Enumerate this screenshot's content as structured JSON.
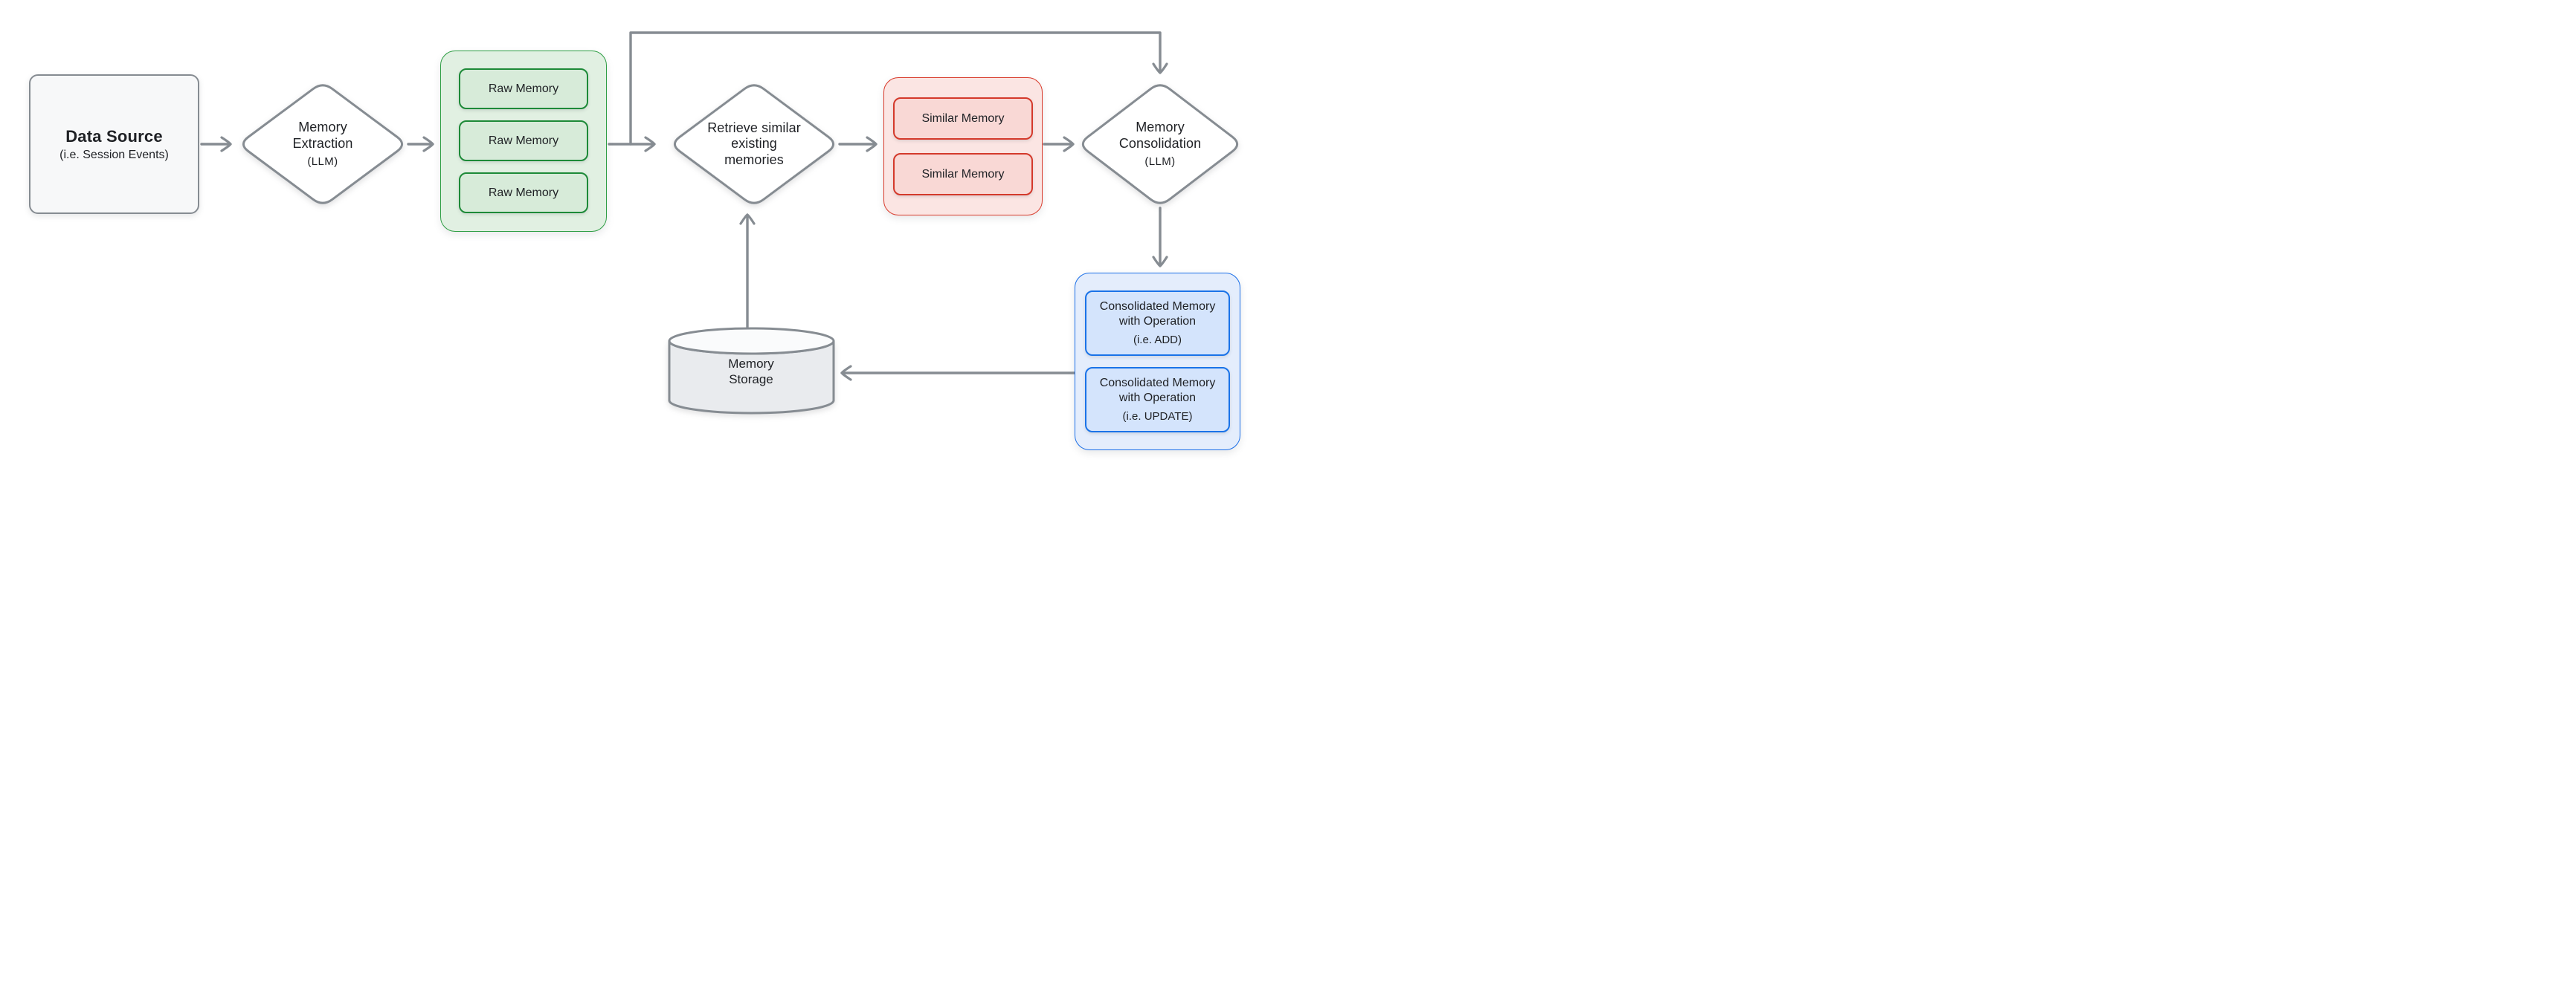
{
  "colors": {
    "arrow": "#868c92",
    "gray-border": "#868c92",
    "gray-fill": "#f7f8f9",
    "cylinder-fill": "#e9ebee",
    "cylinder-top-fill": "#fafbfc",
    "green-border": "#2e9e44",
    "green-fill": "#e1f0e2",
    "green-box-border": "#1d8a38",
    "green-box-fill": "#d7ebd9",
    "red-border": "#d93a2b",
    "red-fill": "#fbe5e3",
    "red-box-border": "#d4392b",
    "red-box-fill": "#f9d8d5",
    "blue-border": "#1b6fe8",
    "blue-fill": "#e4edfc",
    "blue-box-border": "#1a73e8",
    "blue-box-fill": "#d4e4fc",
    "text": "#1f2125"
  },
  "nodes": {
    "data_source": {
      "title": "Data Source",
      "subtitle": "(i.e. Session Events)"
    },
    "memory_extraction": {
      "line1": "Memory",
      "line2": "Extraction",
      "subtitle": "(LLM)"
    },
    "raw_memory_group": {
      "items": [
        "Raw Memory",
        "Raw Memory",
        "Raw Memory"
      ]
    },
    "retrieve_memories": {
      "line1": "Retrieve similar",
      "line2": "existing",
      "line3": "memories"
    },
    "similar_memory_group": {
      "items": [
        "Similar Memory",
        "Similar Memory"
      ]
    },
    "memory_consolidation": {
      "line1": "Memory",
      "line2": "Consolidation",
      "subtitle": "(LLM)"
    },
    "consolidated_memory_group": {
      "items": [
        {
          "line1": "Consolidated Memory",
          "line2": "with Operation",
          "subtitle": "(i.e. ADD)"
        },
        {
          "line1": "Consolidated Memory",
          "line2": "with Operation",
          "subtitle": "(i.e. UPDATE)"
        }
      ]
    },
    "memory_storage": {
      "line1": "Memory",
      "line2": "Storage"
    }
  },
  "edges": [
    {
      "from": "data-source",
      "to": "memory-extraction"
    },
    {
      "from": "memory-extraction",
      "to": "raw-memory-group"
    },
    {
      "from": "raw-memory-group",
      "to": "retrieve-similar-existing-memories"
    },
    {
      "from": "raw-memory-group",
      "to": "memory-consolidation"
    },
    {
      "from": "retrieve-similar-existing-memories",
      "to": "similar-memory-group"
    },
    {
      "from": "similar-memory-group",
      "to": "memory-consolidation"
    },
    {
      "from": "memory-consolidation",
      "to": "consolidated-memory-group"
    },
    {
      "from": "consolidated-memory-group",
      "to": "memory-storage"
    },
    {
      "from": "memory-storage",
      "to": "retrieve-similar-existing-memories"
    }
  ]
}
